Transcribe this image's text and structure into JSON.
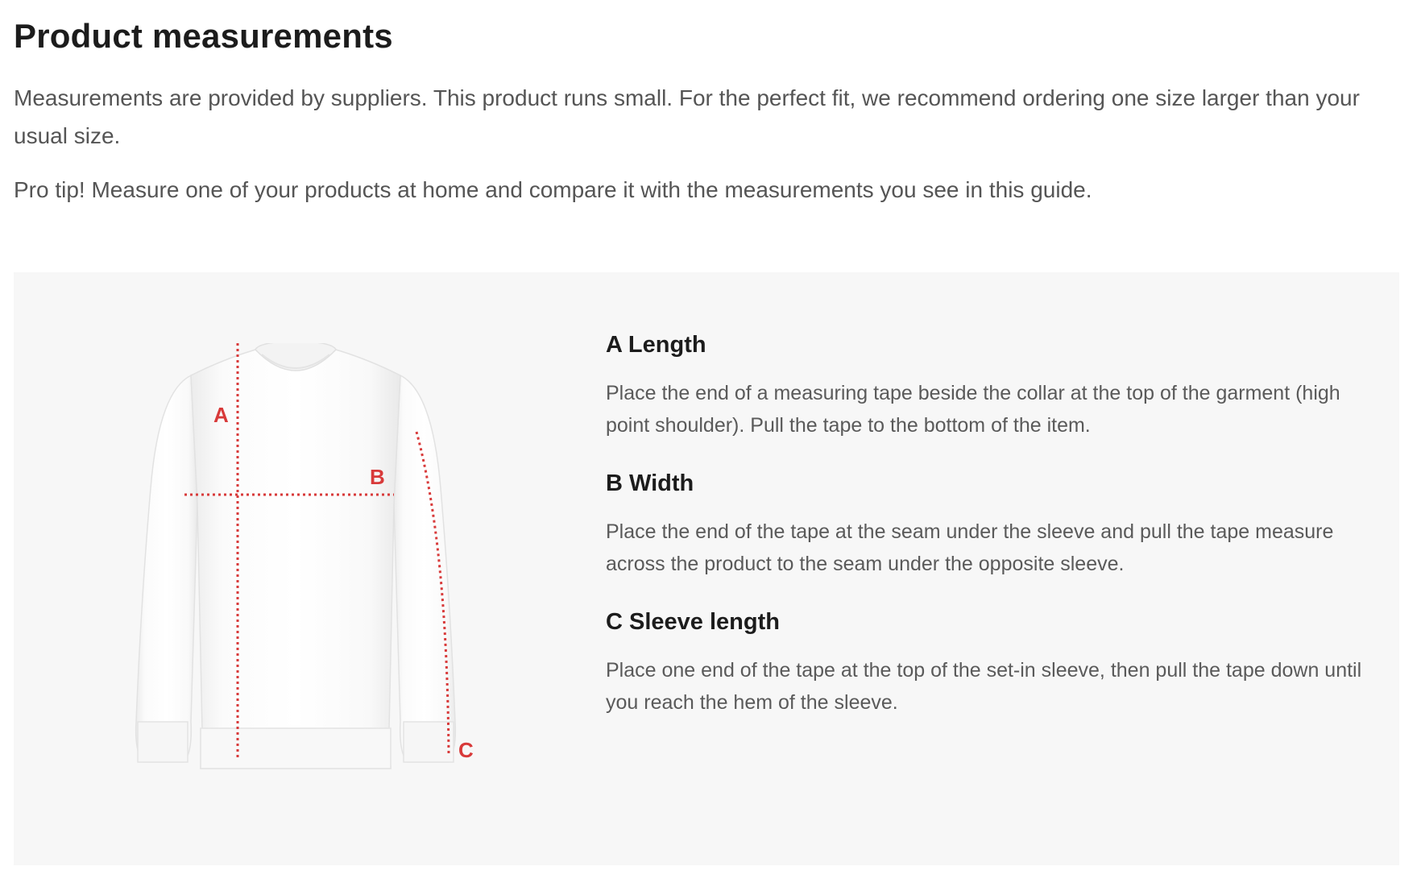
{
  "page_title": "Product measurements",
  "intro": "Measurements are provided by suppliers. This product runs small. For the perfect fit, we recommend ordering one size larger than your usual size.",
  "tip": "Pro tip! Measure one of your products at home and compare it with the measurements you see in this guide.",
  "figure": {
    "labels": {
      "a": "A",
      "b": "B",
      "c": "C"
    },
    "line_color": "#d83a3a"
  },
  "measurements": [
    {
      "title": "A Length",
      "description": "Place the end of a measuring tape beside the collar at the top of the garment (high point shoulder). Pull the tape to the bottom of the item."
    },
    {
      "title": "B Width",
      "description": "Place the end of the tape at the seam under the sleeve and pull the tape measure across the product to the seam under the opposite sleeve."
    },
    {
      "title": "C Sleeve length",
      "description": "Place one end of the tape at the top of the set-in sleeve, then pull the tape down until you reach the hem of the sleeve."
    }
  ]
}
